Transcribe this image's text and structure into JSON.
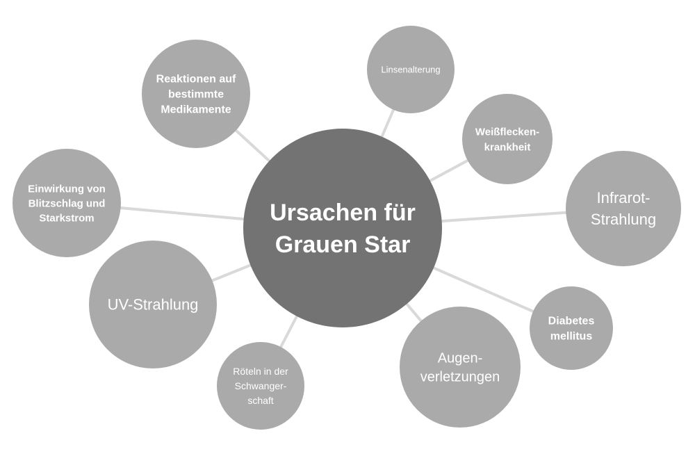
{
  "diagram": {
    "center": {
      "id": "center",
      "lines": [
        "Ursachen für",
        "Grauen Star"
      ],
      "color": "#737373",
      "text_color": "#ffffff"
    },
    "satellite_color": "#aaaaaa",
    "satellite_text_color": "#ffffff",
    "connector_color": "#d9d9d9",
    "nodes": [
      {
        "id": "medikamente",
        "lines": [
          "Reaktionen auf",
          "bestimmte",
          "Medikamente"
        ]
      },
      {
        "id": "linsenalterung",
        "lines": [
          "Linsenalterung"
        ]
      },
      {
        "id": "weissflecken",
        "lines": [
          "Weißflecken-",
          "krankheit"
        ]
      },
      {
        "id": "infrarot",
        "lines": [
          "Infrarot-",
          "Strahlung"
        ]
      },
      {
        "id": "blitzschlag",
        "lines": [
          "Einwirkung von",
          "Blitzschlag und",
          "Starkstrom"
        ]
      },
      {
        "id": "uv",
        "lines": [
          "UV-Strahlung"
        ]
      },
      {
        "id": "diabetes",
        "lines": [
          "Diabetes",
          "mellitus"
        ]
      },
      {
        "id": "roeteln",
        "lines": [
          "Röteln in der",
          "Schwanger-",
          "schaft"
        ]
      },
      {
        "id": "augenverletzungen",
        "lines": [
          "Augen-",
          "verletzungen"
        ]
      }
    ]
  }
}
